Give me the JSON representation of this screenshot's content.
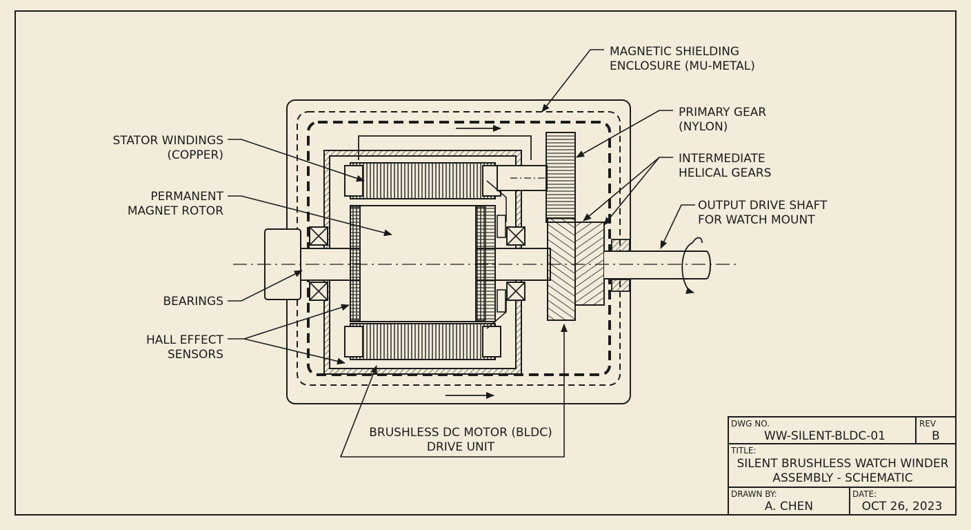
{
  "labels": {
    "shielding": [
      "MAGNETIC SHIELDING",
      "ENCLOSURE (MU-METAL)"
    ],
    "primary_gear": [
      "PRIMARY GEAR",
      "(NYLON)"
    ],
    "intermediate": [
      "INTERMEDIATE",
      "HELICAL GEARS"
    ],
    "output_shaft": [
      "OUTPUT DRIVE SHAFT",
      "FOR WATCH MOUNT"
    ],
    "stator": [
      "STATOR WINDINGS",
      "(COPPER)"
    ],
    "rotor": [
      "PERMANENT",
      "MAGNET ROTOR"
    ],
    "bearings": "BEARINGS",
    "hall": [
      "HALL EFFECT",
      "SENSORS"
    ],
    "motor": [
      "BRUSHLESS DC MOTOR (BLDC)",
      "DRIVE UNIT"
    ]
  },
  "title_block": {
    "dwg_no_label": "DWG NO.",
    "dwg_no": "WW-SILENT-BLDC-01",
    "rev_label": "REV",
    "rev": "B",
    "title_label": "TITLE:",
    "title_line1": "SILENT BRUSHLESS WATCH WINDER",
    "title_line2": "ASSEMBLY - SCHEMATIC",
    "drawn_by_label": "DRAWN BY:",
    "drawn_by": "A. CHEN",
    "date_label": "DATE:",
    "date": "OCT 26, 2023"
  }
}
